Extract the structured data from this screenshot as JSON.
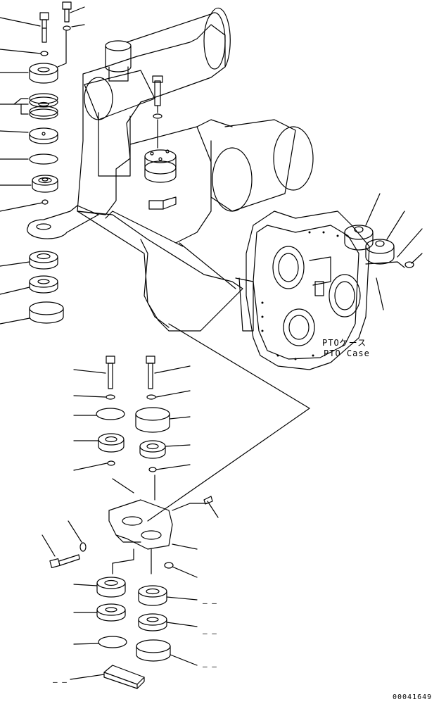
{
  "labels": {
    "pto_case_jp": "PTOケース",
    "pto_case_en": "PTO Case",
    "drawing_number": "00041649",
    "callout_dash": "– –"
  }
}
